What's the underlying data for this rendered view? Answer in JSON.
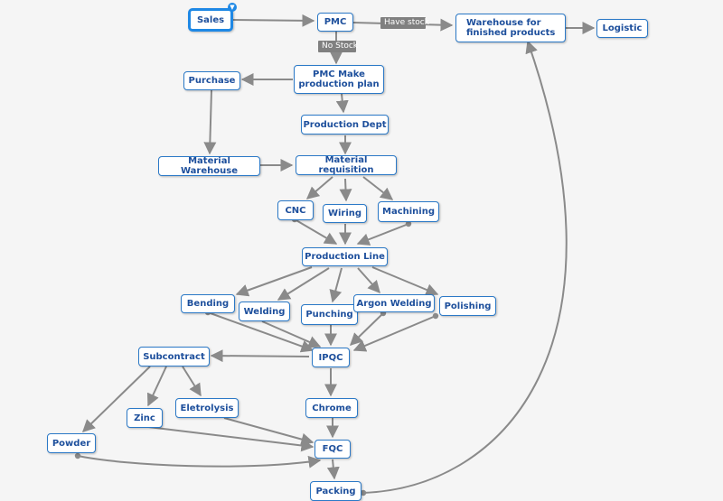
{
  "nodes": {
    "sales": "Sales",
    "pmc": "PMC",
    "warehouse": "Warehouse for\nfinished products",
    "logistic": "Logistic",
    "pmc_plan": "PMC Make\nproduction plan",
    "purchase": "Purchase",
    "production_dept": "Production Dept",
    "material_warehouse": "Material Warehouse",
    "material_requisition": "Material requisition",
    "cnc": "CNC",
    "wiring": "Wiring",
    "machining": "Machining",
    "production_line": "Production Line",
    "bending": "Bending",
    "welding": "Welding",
    "punching": "Punching",
    "argon_welding": "Argon Welding",
    "polishing": "Polishing",
    "ipqc": "IPQC",
    "subcontract": "Subcontract",
    "eletrolysis": "Eletrolysis",
    "zinc": "Zinc",
    "chrome": "Chrome",
    "powder": "Powder",
    "fqc": "FQC",
    "packing": "Packing"
  },
  "edge_labels": {
    "have_stock": "Have stock",
    "no_stock": "No Stock"
  },
  "colors": {
    "node_border": "#2b79c7",
    "node_text": "#1d4f9c",
    "connector": "#8a8a8a",
    "label_bg": "#808080",
    "root_border": "#1e88e5"
  },
  "icons": {
    "collapse_toggle": "chevron-down-icon"
  }
}
